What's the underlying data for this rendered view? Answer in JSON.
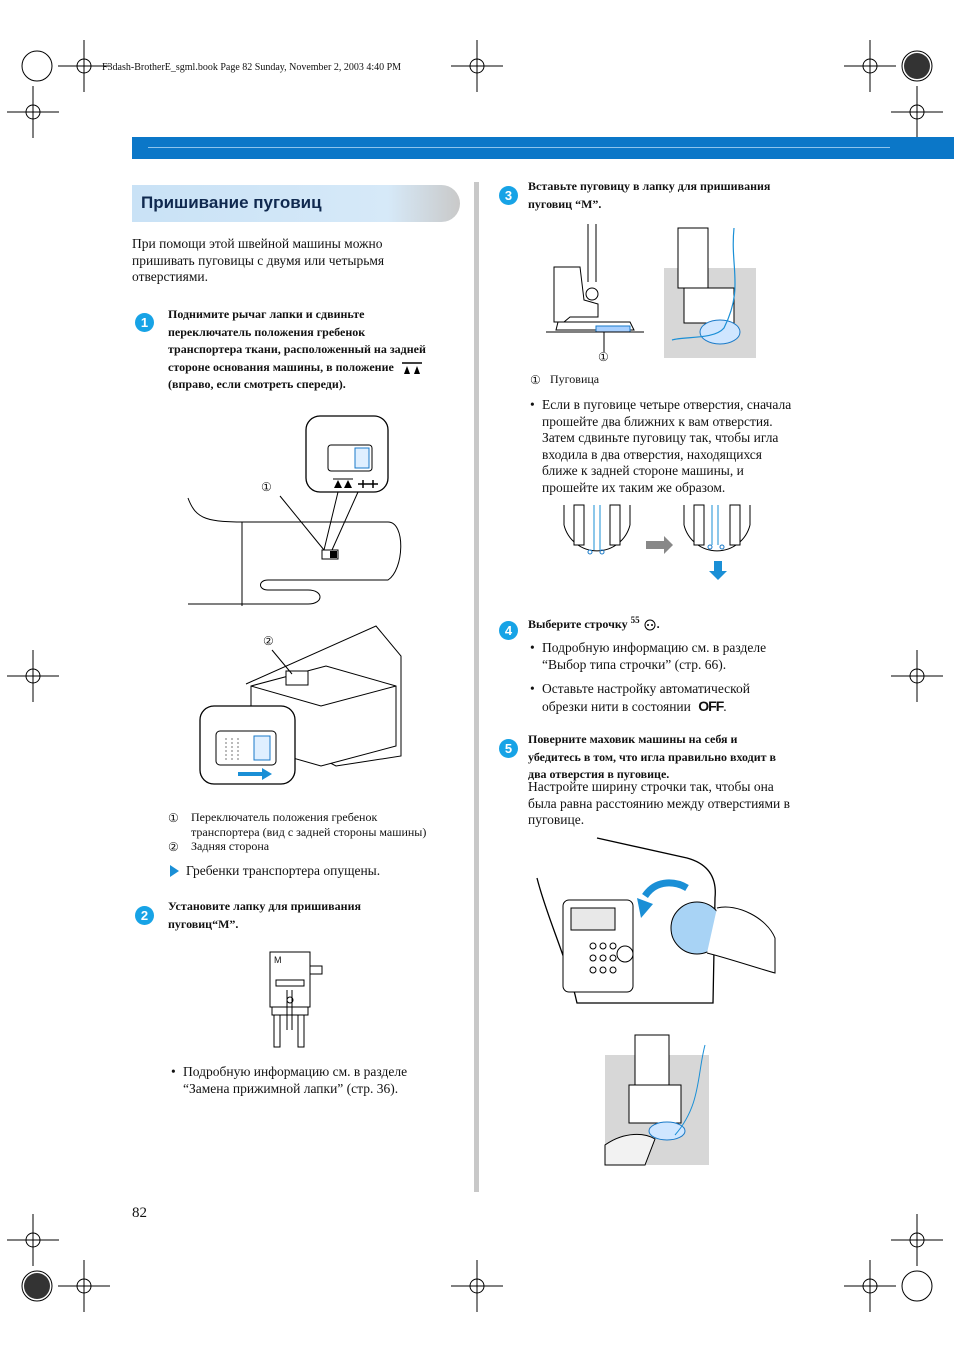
{
  "print_info": "F3dash-BrotherE_sgml.book  Page 82  Sunday, November 2, 2003  4:40 PM",
  "section_title": "Пришивание пуговиц",
  "intro": [
    "При помощи этой швейной машины можно",
    "пришивать пуговицы с двумя или четырьмя",
    "отверстиями."
  ],
  "step1": {
    "num": "1",
    "lines": [
      "Поднимите рычаг лапки и сдвиньте",
      "переключатель положения гребенок",
      "транспортера ткани, расположенный на задней",
      "стороне основания машины, в положение",
      "(вправо, если смотреть спереди)."
    ],
    "callout1": "①",
    "callout2": "②",
    "legend1a": "Переключатель положения гребенок",
    "legend1b": "транспортера (вид с задней стороны машины)",
    "legend2": "Задняя сторона",
    "legend_mark1": "①",
    "legend_mark2": "②",
    "result": "Гребенки транспортера опущены."
  },
  "step2": {
    "num": "2",
    "lines": [
      "Установите лапку для пришивания",
      "пуговиц“M”."
    ],
    "foot_letter": "M",
    "note_lines": [
      "Подробную информацию см. в разделе",
      "“Замена прижимной лапки” (стр. 36)."
    ]
  },
  "step3": {
    "num": "3",
    "lines": [
      "Вставьте пуговицу в  лапку для пришивания",
      "пуговиц “M”."
    ],
    "callout": "①",
    "legend_mark": "①",
    "legend": "Пуговица",
    "note_lines": [
      "Если в пуговице четыре отверстия, сначала",
      "прошейте два ближних к вам отверстия.",
      "Затем сдвиньте пуговицу так, чтобы игла",
      "входила в два отверстия, находящихся",
      "ближе к задней стороне машины, и",
      "прошейте их таким же образом."
    ]
  },
  "step4": {
    "num": "4",
    "label": "Выберите строчку",
    "stitch_code": "55",
    "notes": [
      [
        "Подробную информацию см. в разделе",
        "“Выбор типа строчки” (стр. 66)."
      ],
      [
        "Оставьте настройку автоматической",
        "обрезки нити в состоянии"
      ]
    ],
    "off_label": "OFF"
  },
  "step5": {
    "num": "5",
    "lines": [
      "Поверните маховик машины на себя и",
      "убедитесь в том, что игла правильно входит в",
      "два отверстия в пуговице."
    ],
    "text": [
      "Настройте ширину строчки так, чтобы она",
      "была равна расстоянию между отверстиями в",
      "пуговице."
    ]
  },
  "page_number": "82",
  "colors": {
    "accent": "#0b77c8",
    "step_circle": "#17a3e6",
    "title_bg": "#d6e9f8"
  }
}
